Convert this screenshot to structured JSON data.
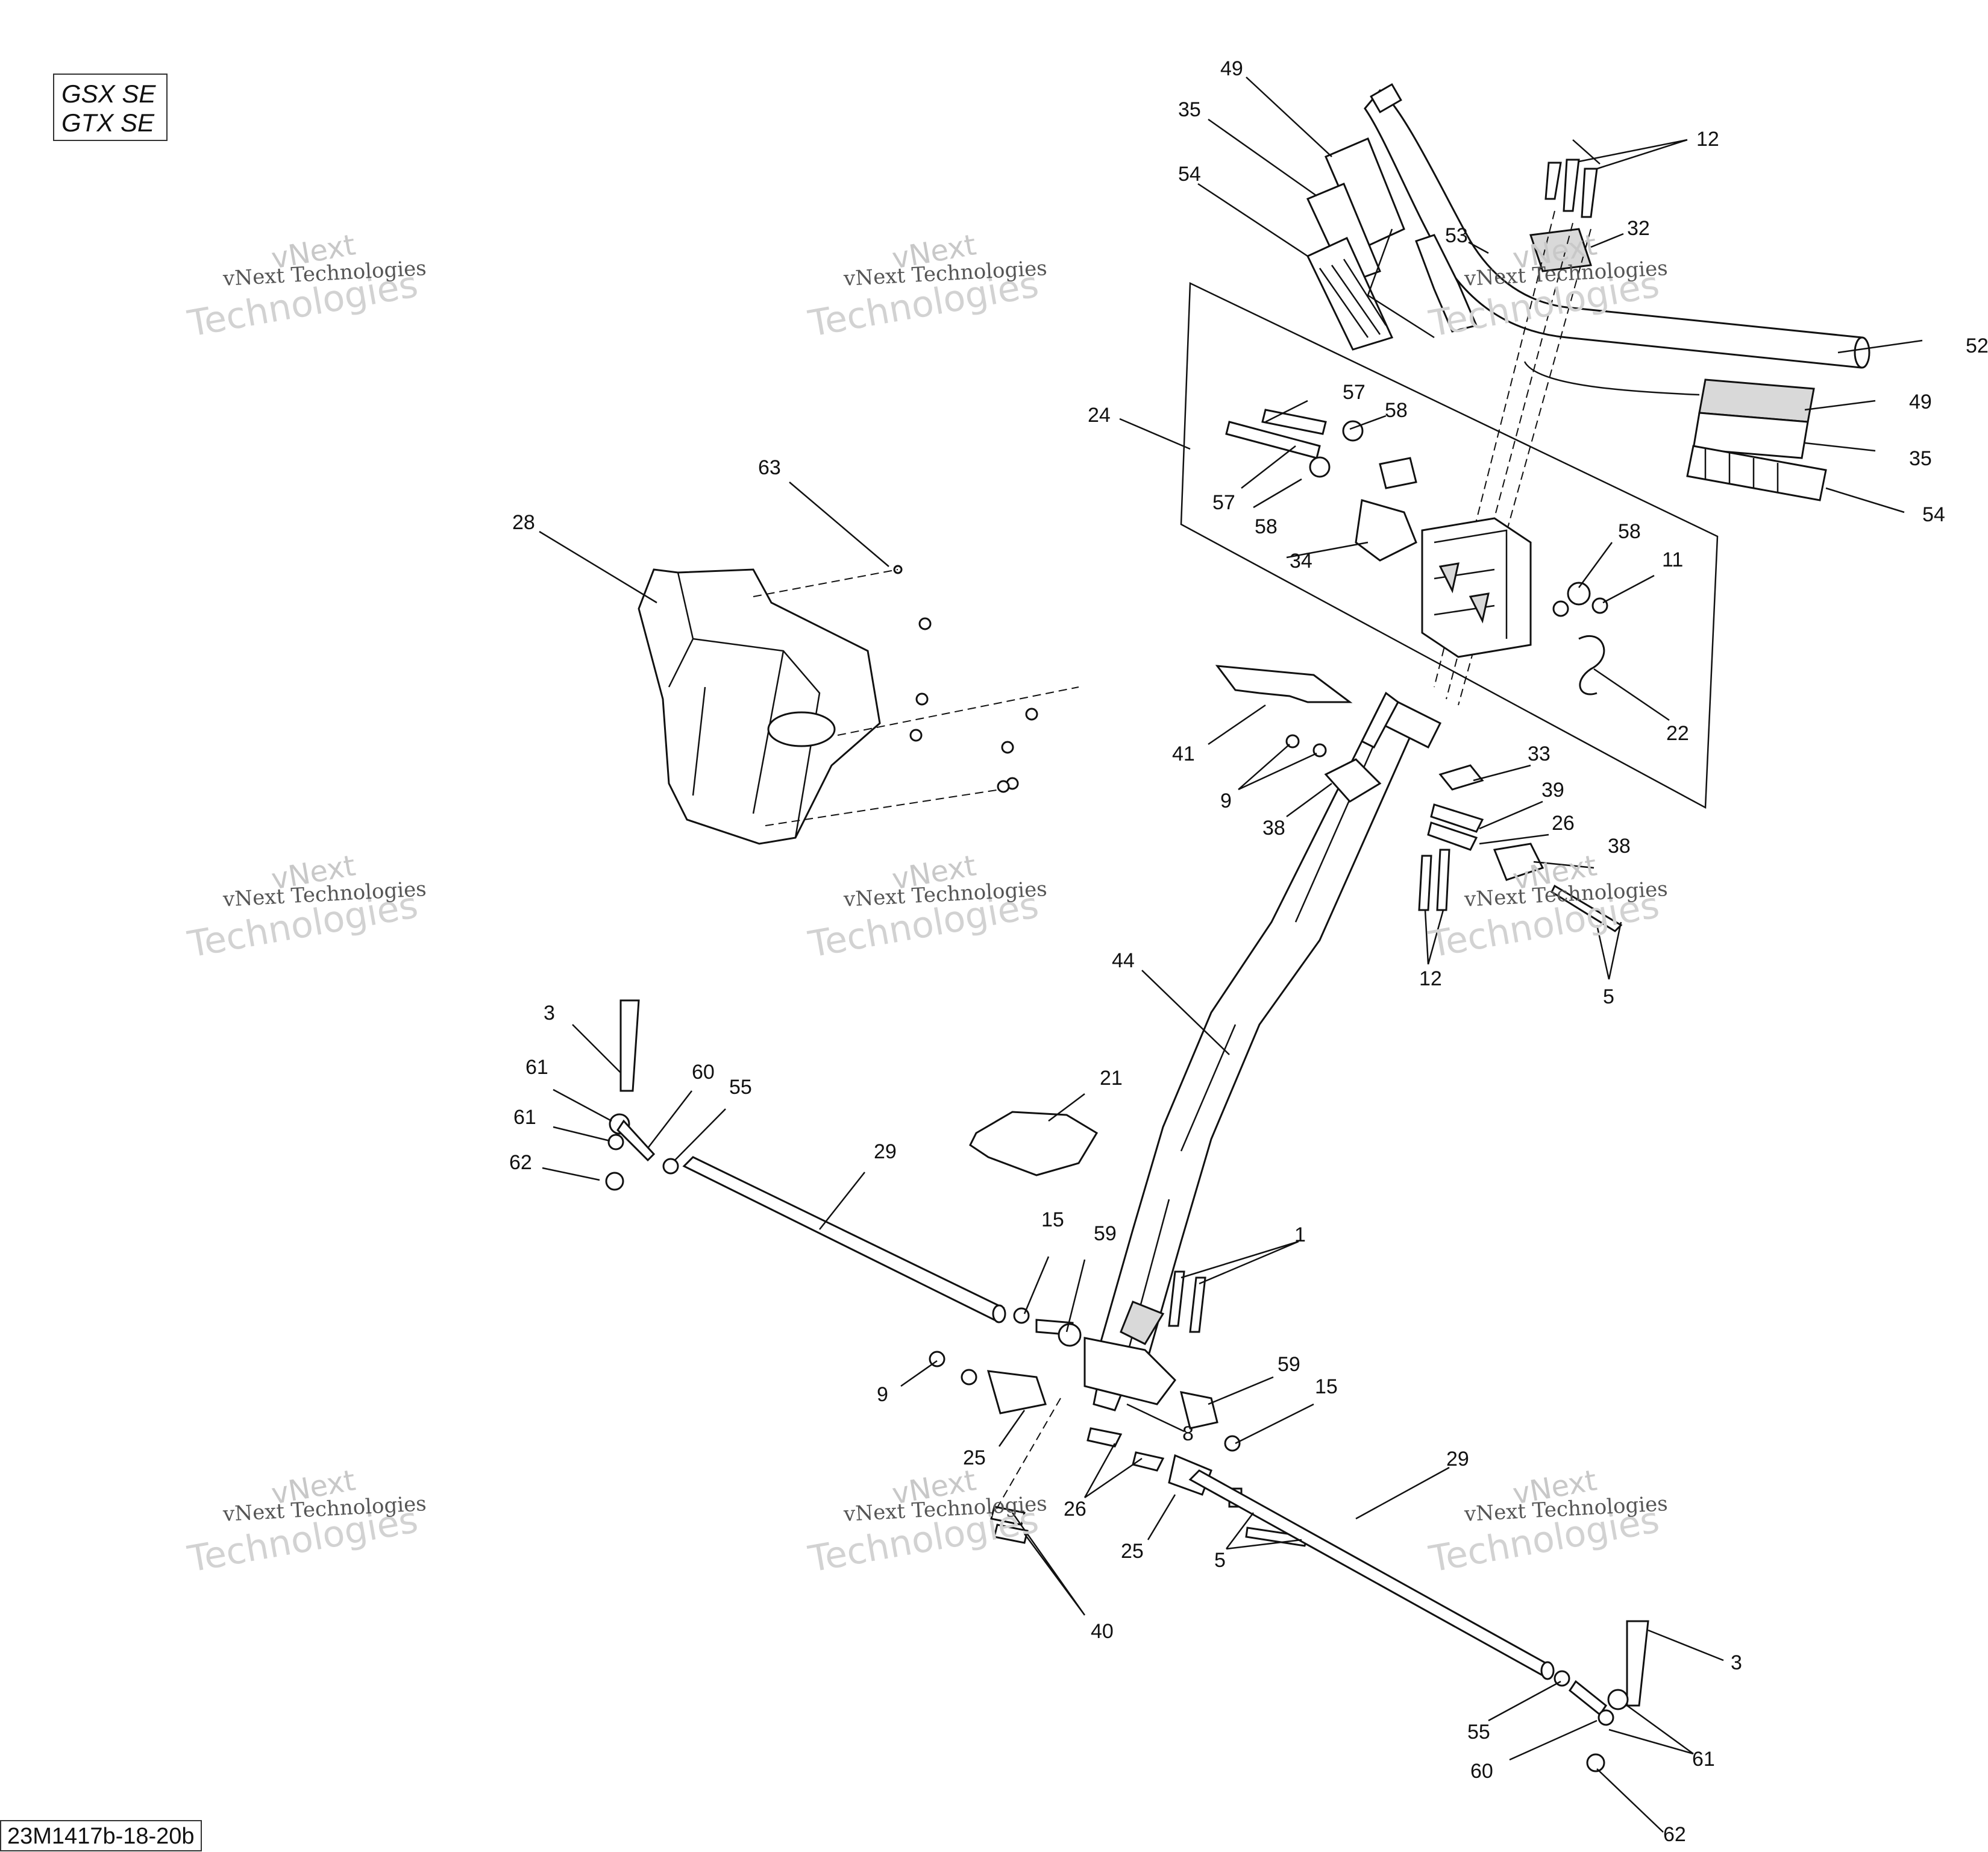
{
  "models": [
    "GSX SE",
    "GTX SE"
  ],
  "diagram_code": "23M1417b-18-20b",
  "watermark": {
    "line1": "vNext",
    "line2": "Technologies",
    "caption": "vNext Technologies"
  },
  "callouts": {
    "c49a": "49",
    "c35a": "35",
    "c54a": "54",
    "c12a": "12",
    "c53": "53",
    "c32": "32",
    "c52": "52",
    "c49b": "49",
    "c35b": "35",
    "c54b": "54",
    "c24": "24",
    "c57a": "57",
    "c58a": "58",
    "c57b": "57",
    "c58b": "58",
    "c34": "34",
    "c58c": "58",
    "c11": "11",
    "c22": "22",
    "c63": "63",
    "c28": "28",
    "c41": "41",
    "c9a": "9",
    "c38a": "38",
    "c33": "33",
    "c39": "39",
    "c26a": "26",
    "c38b": "38",
    "c12b": "12",
    "c5a": "5",
    "c44": "44",
    "c3a": "3",
    "c61a": "61",
    "c60a": "60",
    "c55a": "55",
    "c61b": "61",
    "c62a": "62",
    "c21": "21",
    "c29a": "29",
    "c15a": "15",
    "c59a": "59",
    "c1": "1",
    "c9b": "9",
    "c25a": "25",
    "c8": "8",
    "c59b": "59",
    "c15b": "15",
    "c29b": "29",
    "c26b": "26",
    "c25b": "25",
    "c5b": "5",
    "c40": "40",
    "c3b": "3",
    "c55b": "55",
    "c60b": "60",
    "c61c": "61",
    "c62b": "62"
  }
}
